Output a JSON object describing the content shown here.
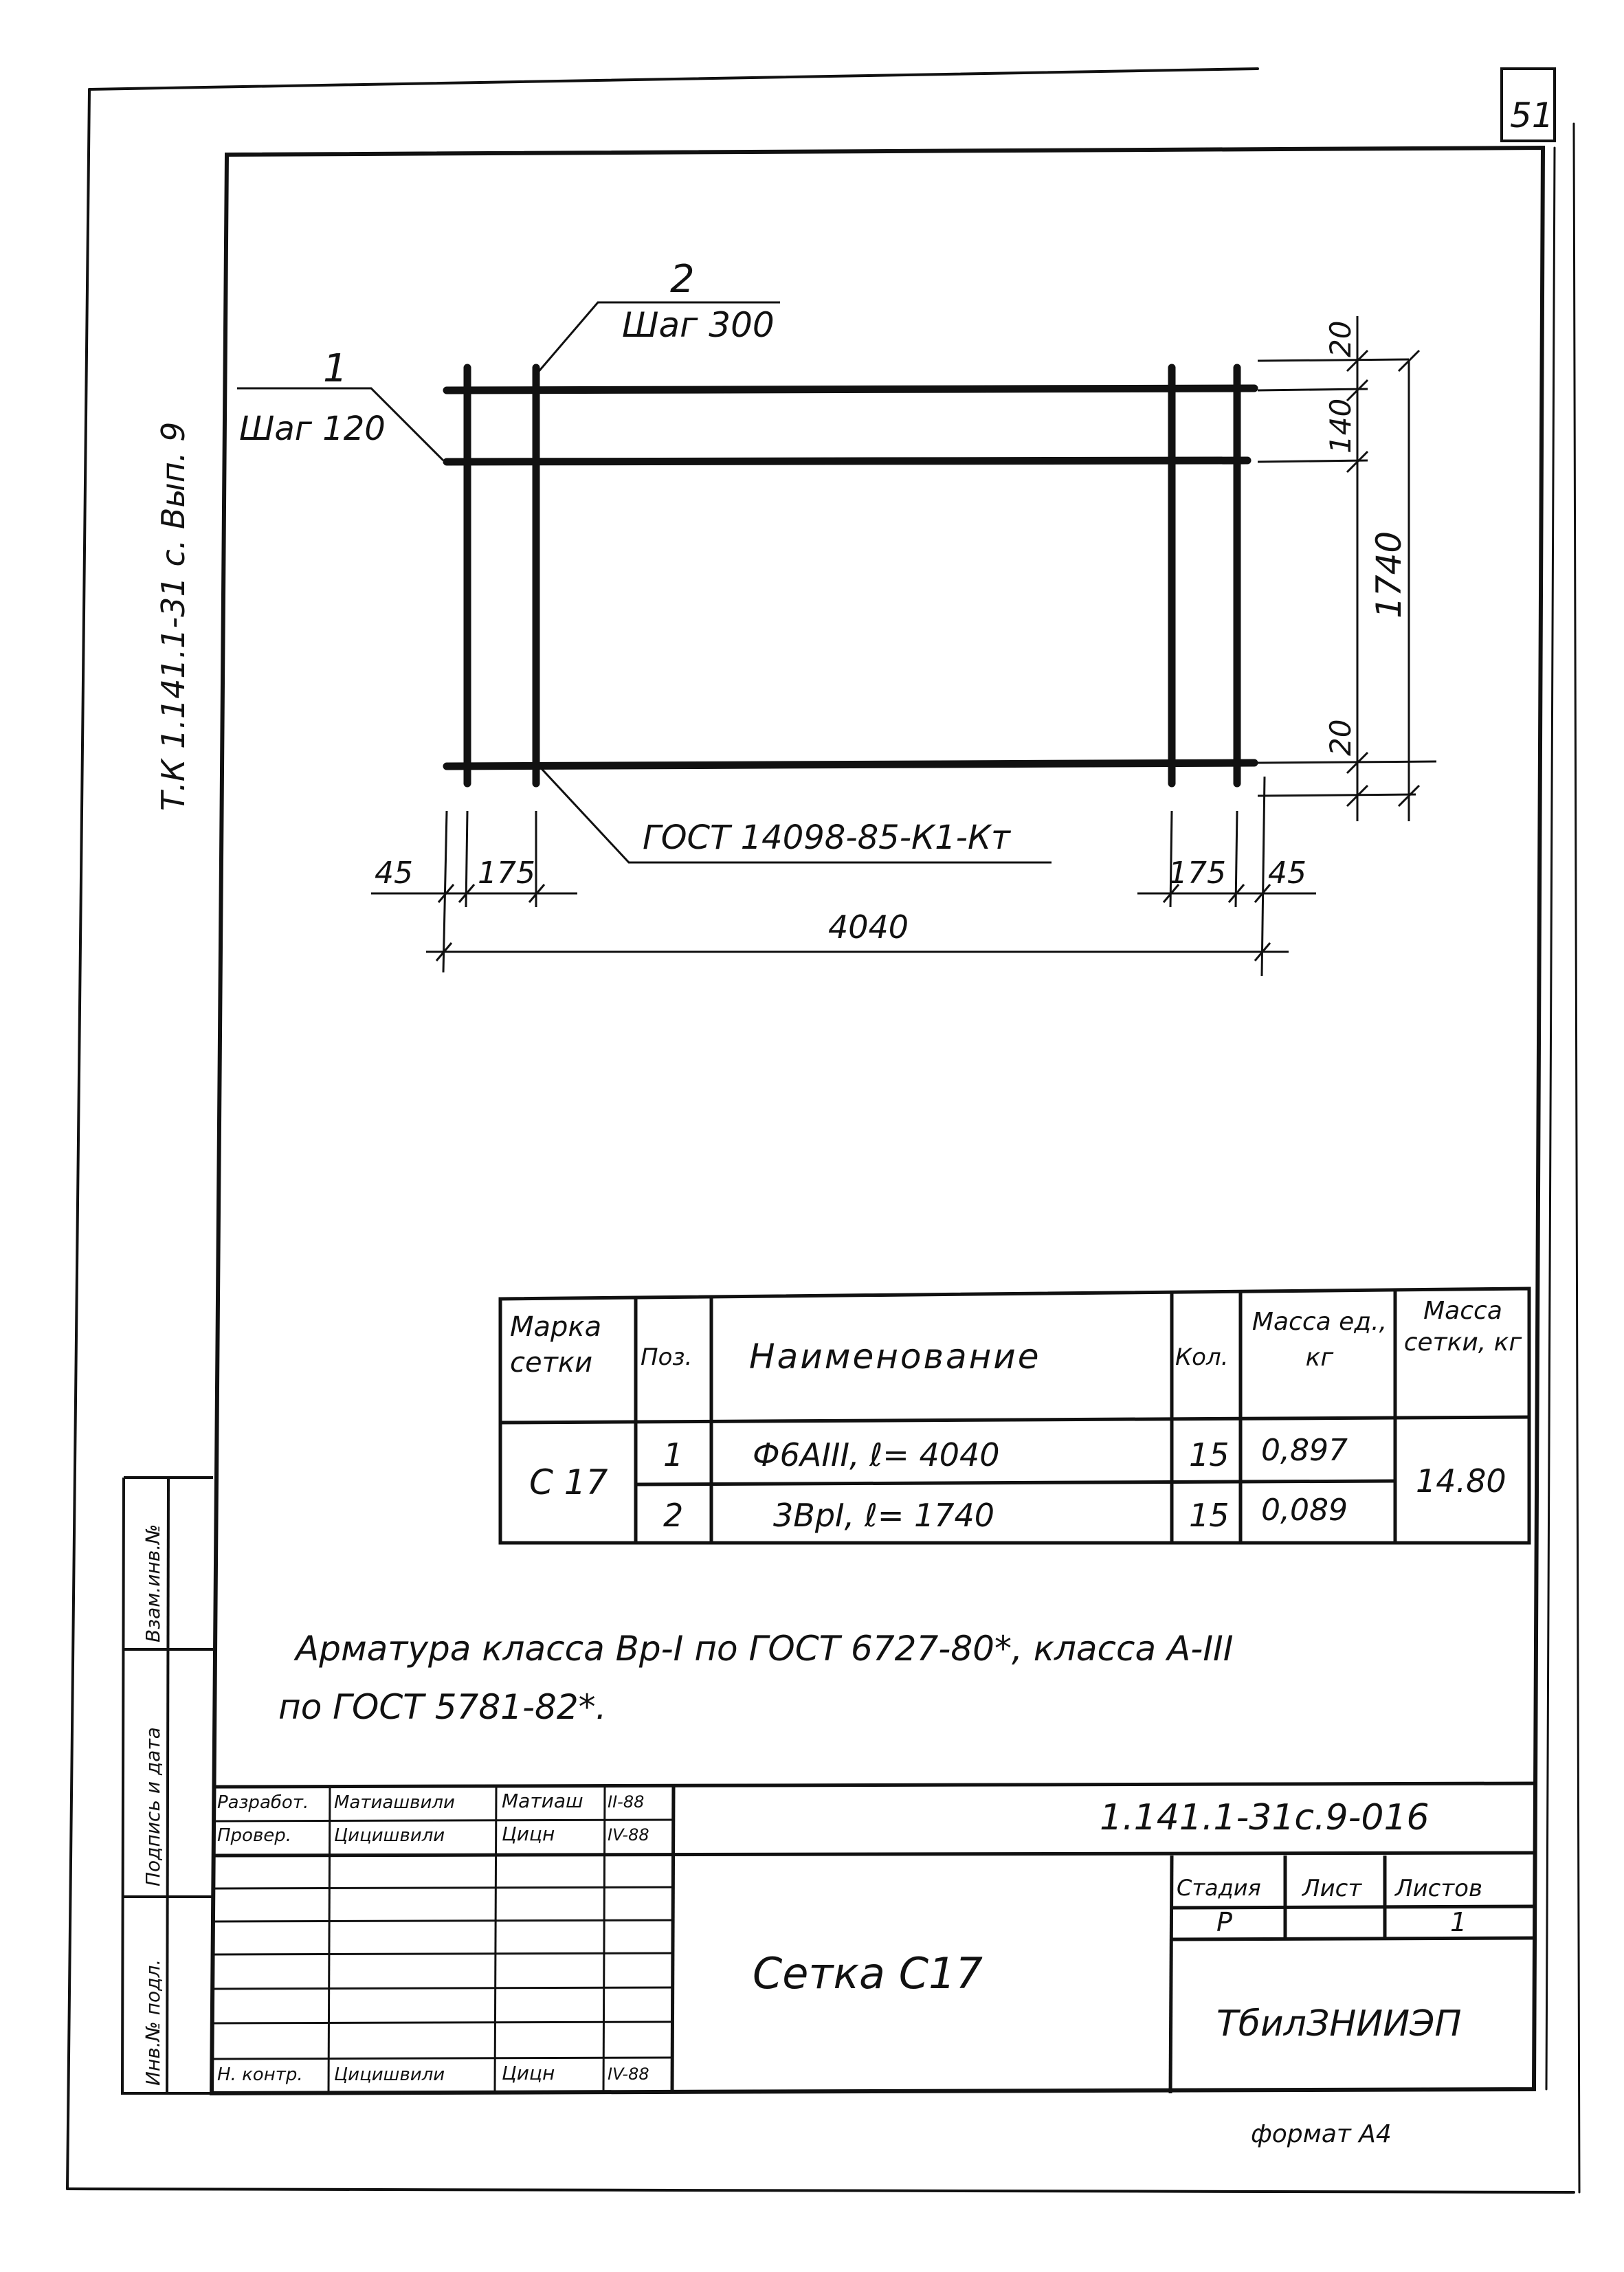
{
  "page": {
    "sheet_number": "51",
    "side_stamp": "Т.К 1.141.1-31 с. Вып. 9",
    "format": "формат А4"
  },
  "left_strip": {
    "labels": [
      "Инв.№ подл.",
      "Подпись и дата",
      "Взам.инв.№"
    ]
  },
  "drawing": {
    "callout_1": {
      "pos": "1",
      "text": "Шаг 120"
    },
    "callout_2": {
      "pos": "2",
      "text": "Шаг 300"
    },
    "gost_label": "ГОСТ 14098-85-К1-Кт",
    "dims": {
      "top": "20",
      "d140": "140",
      "d1740": "1740",
      "bottom": "20",
      "left45": "45",
      "left175": "175",
      "right175": "175",
      "right45": "45",
      "total": "4040"
    }
  },
  "spec_table": {
    "headers": {
      "mark": "Марка сетки",
      "pos": "Поз.",
      "name": "Наименование",
      "qty": "Кол.",
      "unit_mass": "Масса ед., кг",
      "mesh_mass": "Масса сетки, кг"
    },
    "mark": "С 17",
    "mesh_mass": "14.80",
    "rows": [
      {
        "pos": "1",
        "name": "Ф6АIII,   ℓ= 4040",
        "qty": "15",
        "unit_mass": "0,897"
      },
      {
        "pos": "2",
        "name": "3ВрI,   ℓ= 1740",
        "qty": "15",
        "unit_mass": "0,089"
      }
    ]
  },
  "note": {
    "line1": "Арматура класса Вр-I по ГОСТ 6727-80*, класса А-III",
    "line2": "по ГОСТ 5781-82*."
  },
  "title_block": {
    "doc_code": "1.141.1-31с.9-016",
    "title": "Сетка  С17",
    "rows": [
      {
        "role": "Разработ.",
        "name": "Матиашвили",
        "sign": "Матиаш",
        "date": "II-88"
      },
      {
        "role": "Провер.",
        "name": "Цицишвили",
        "sign": "Цицн",
        "date": "IV-88"
      },
      {
        "role": "Н. контр.",
        "name": "Цицишвили",
        "sign": "Цицн",
        "date": "IV-88"
      }
    ],
    "stage_header": "Стадия",
    "sheet_header": "Лист",
    "sheets_header": "Листов",
    "stage": "Р",
    "sheet": "",
    "sheets": "1",
    "org": "ТбилЗНИИЭП"
  }
}
